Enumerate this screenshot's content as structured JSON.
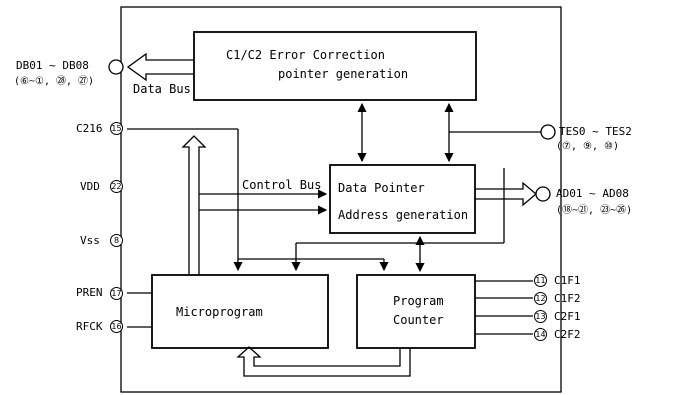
{
  "blocks": {
    "error_correction": {
      "line1": "C1/C2  Error Correction",
      "line2": "pointer generation"
    },
    "data_pointer": {
      "line1": "Data Pointer",
      "line2": "Address generation"
    },
    "microprogram": {
      "line1": "Microprogram"
    },
    "program_counter": {
      "line1": "Program",
      "line2": "Counter"
    }
  },
  "bus_labels": {
    "data_bus": "Data Bus",
    "control_bus": "Control Bus"
  },
  "left_pins": {
    "db": {
      "name": "DB01 ~ DB08",
      "pins": "(⑥~①, ㉘, ㉗)"
    },
    "c216": {
      "name": "C216",
      "pin": "15"
    },
    "vdd": {
      "name": "VDD",
      "pin": "22"
    },
    "vss": {
      "name": "Vss",
      "pin": "8"
    },
    "pren": {
      "name": "PREN",
      "pin": "17"
    },
    "rfck": {
      "name": "RFCK",
      "pin": "16"
    }
  },
  "right_pins": {
    "tes": {
      "name": "TES0 ~ TES2",
      "pins": "(⑦, ⑨, ⑩)"
    },
    "ad": {
      "name": "AD01 ~ AD08",
      "pins": "(⑱~㉑, ㉓~㉖)"
    },
    "c1f1": {
      "name": "C1F1",
      "pin": "11"
    },
    "c1f2": {
      "name": "C1F2",
      "pin": "12"
    },
    "c2f1": {
      "name": "C2F1",
      "pin": "13"
    },
    "c2f2": {
      "name": "C2F2",
      "pin": "14"
    }
  }
}
